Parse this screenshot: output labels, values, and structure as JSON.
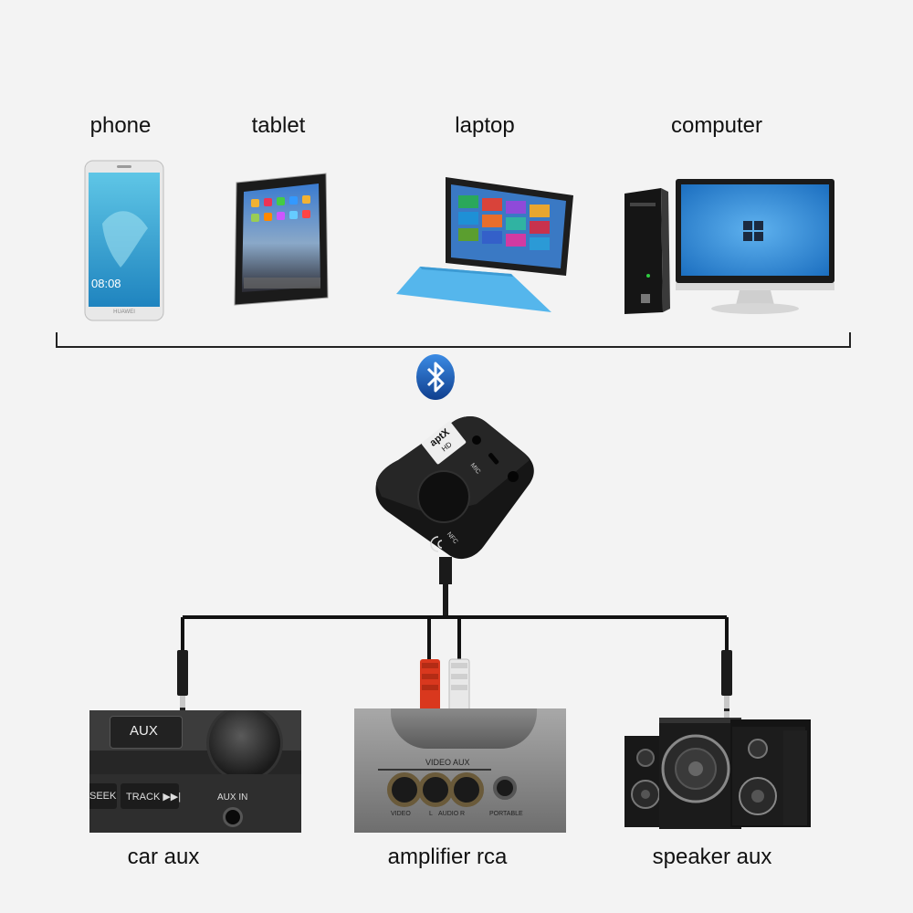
{
  "sources": [
    {
      "id": "phone",
      "label": "phone",
      "screen_time": "08:08",
      "screen_brand": "HUAWEI"
    },
    {
      "id": "tablet",
      "label": "tablet"
    },
    {
      "id": "laptop",
      "label": "laptop"
    },
    {
      "id": "computer",
      "label": "computer"
    }
  ],
  "receiver": {
    "logo_text": "aptX",
    "logo_sub": "HD",
    "mic_text": "MIC",
    "nfc_text": "NFC"
  },
  "outputs": [
    {
      "id": "car-aux",
      "label": "car aux",
      "panel_texts": {
        "aux": "AUX",
        "seek": "SEEK",
        "track": "TRACK ▶▶|",
        "aux_in": "AUX IN"
      }
    },
    {
      "id": "amplifier-rca",
      "label": "amplifier rca",
      "panel_texts": {
        "header": "VIDEO AUX",
        "video": "VIDEO",
        "l": "L",
        "audio": "AUDIO",
        "r": "R",
        "portable": "PORTABLE"
      }
    },
    {
      "id": "speaker-aux",
      "label": "speaker aux"
    }
  ],
  "colors": {
    "bluetooth": "#1a5fb4",
    "rca_red": "#d9381e",
    "rca_white": "#e8e8e8",
    "cable": "#111111",
    "receiver_body": "#1b1b1b",
    "screen_blue": "#2e8ce0"
  },
  "icons": [
    "bluetooth-icon",
    "windows-logo-icon",
    "nfc-icon"
  ]
}
